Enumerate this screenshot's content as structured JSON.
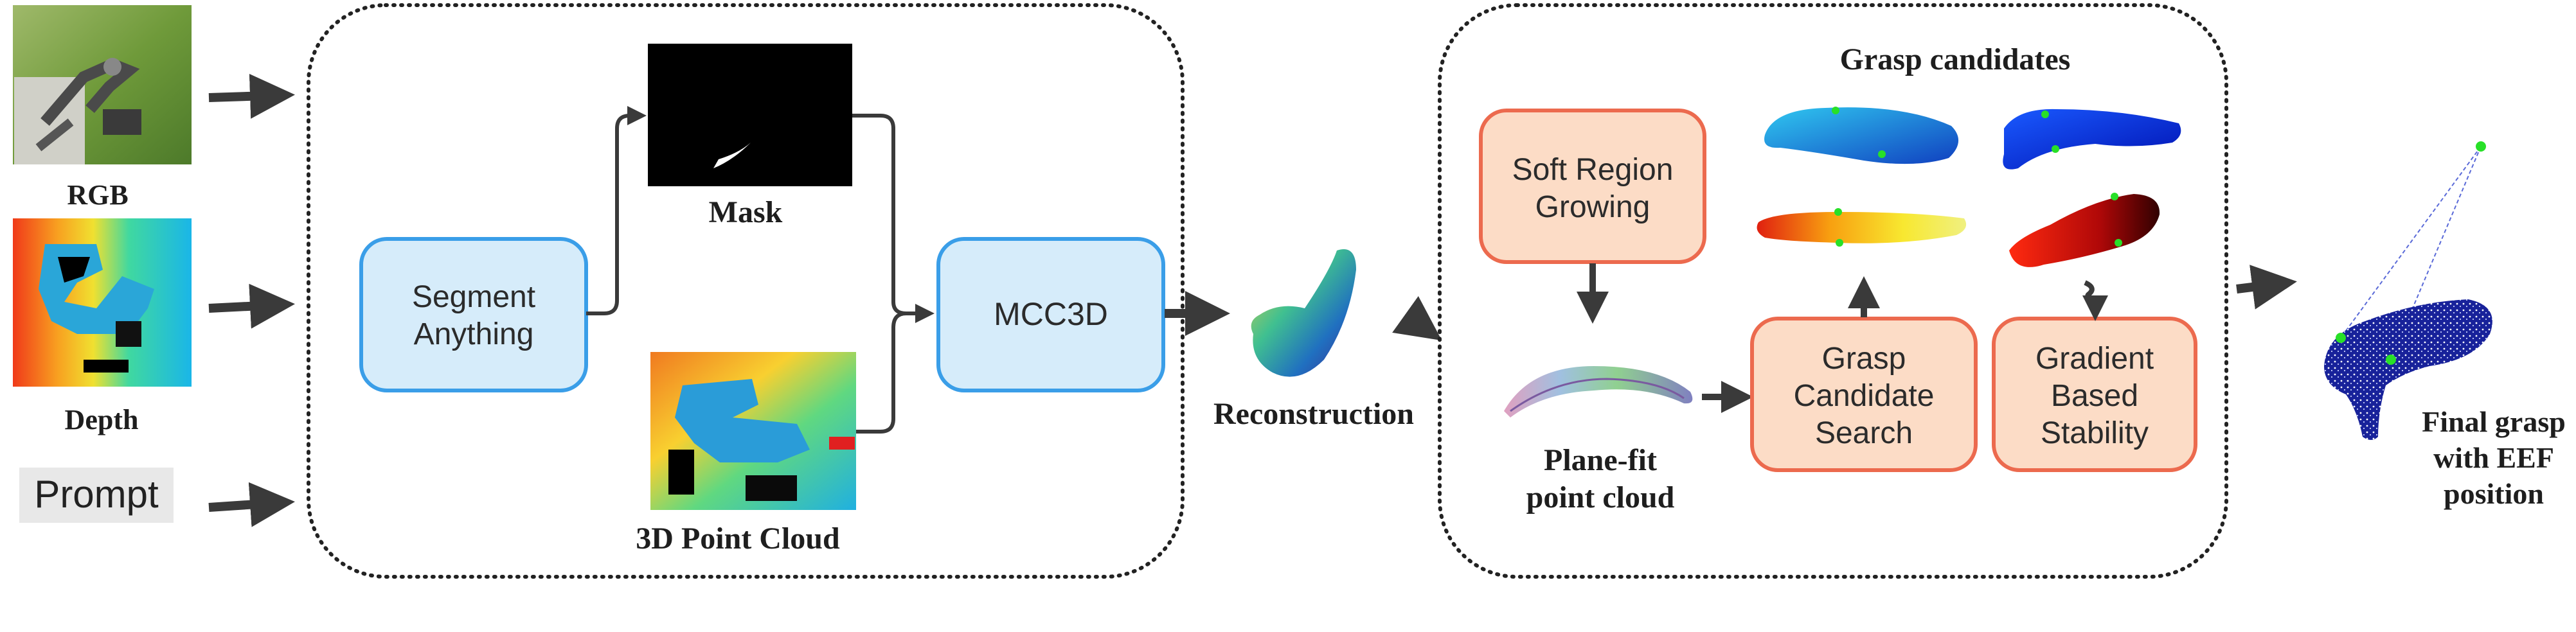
{
  "inputs": {
    "rgb_label": "RGB",
    "depth_label": "Depth",
    "prompt_label": "Prompt"
  },
  "pipeline1": {
    "segment_line1": "Segment",
    "segment_line2": "Anything",
    "mask_label": "Mask",
    "point_cloud_label": "3D Point Cloud",
    "mcc3d_label": "MCC3D"
  },
  "reconstruction_label": "Reconstruction",
  "pipeline2": {
    "grasp_candidates_label": "Grasp candidates",
    "soft_region_line1": "Soft Region",
    "soft_region_line2": "Growing",
    "plane_fit_line1": "Plane-fit",
    "plane_fit_line2": "point cloud",
    "grasp_search_line1": "Grasp",
    "grasp_search_line2": "Candidate",
    "grasp_search_line3": "Search",
    "gradient_line1": "Gradient",
    "gradient_line2": "Based",
    "gradient_line3": "Stability"
  },
  "final": {
    "line1": "Final grasp",
    "line2": "with EEF",
    "line3": "position"
  },
  "colors": {
    "blue_box_fill": "#d6ecfa",
    "blue_box_stroke": "#3a9ee8",
    "orange_box_fill": "#fcdcc6",
    "orange_box_stroke": "#ec6a4e",
    "arrow": "#3a3a3a"
  }
}
